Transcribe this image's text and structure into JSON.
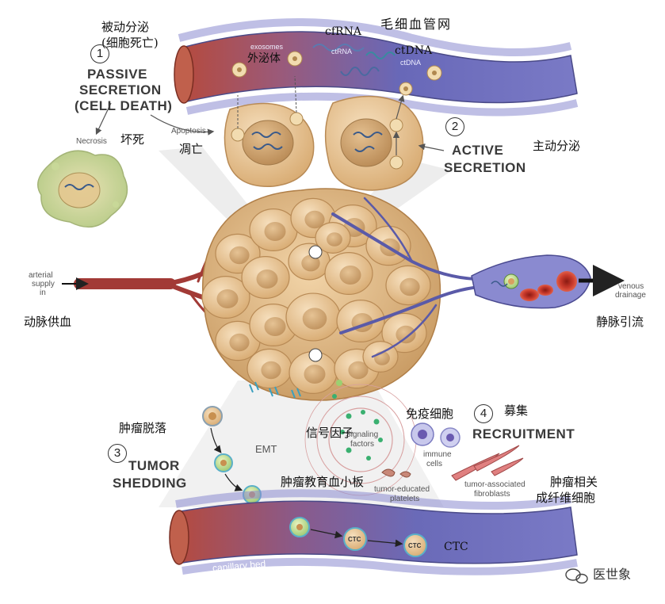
{
  "vessel_labels": {
    "capillary_top": "capillary bed",
    "capillary_bottom": "capillary bed",
    "capillary_network_zh": "毛细血管网",
    "exosomes": "exosomes",
    "exosomes_zh": "外泌体",
    "ctrna": "ctRNA",
    "ctrna_zh": "cfRNA",
    "ctdna": "ctDNA",
    "ctdna_zh": "ctDNA"
  },
  "passive": {
    "number": "1",
    "title_line1": "PASSIVE",
    "title_line2": "SECRETION",
    "title_line3": "(CELL DEATH)",
    "zh_line1": "被动分泌",
    "zh_line2": "(细胞死亡)",
    "necrosis": "Necrosis",
    "necrosis_zh": "坏死",
    "apoptosis": "Apoptosis",
    "apoptosis_zh": "凋亡"
  },
  "active": {
    "number": "2",
    "title_line1": "ACTIVE",
    "title_line2": "SECRETION",
    "zh": "主动分泌"
  },
  "supply": {
    "arterial_line1": "arterial",
    "arterial_line2": "supply",
    "arterial_line3": "in",
    "arterial_zh": "动脉供血",
    "venous_line1": "venous",
    "venous_line2": "drainage",
    "venous_zh": "静脉引流"
  },
  "shedding": {
    "number": "3",
    "title_line1": "TUMOR",
    "title_line2": "SHEDDING",
    "zh": "肿瘤脱落",
    "emt": "EMT",
    "ctc_label": "CTC",
    "ctc_tag": "CTC"
  },
  "recruitment": {
    "number": "4",
    "title": "RECRUITMENT",
    "zh": "募集",
    "signaling_line1": "Signaling",
    "signaling_line2": "factors",
    "signaling_zh": "信号因子",
    "immune_line1": "immune",
    "immune_line2": "cells",
    "immune_zh": "免疫细胞",
    "platelets_line1": "tumor-educated",
    "platelets_line2": "platelets",
    "platelets_zh": "肿瘤教育血小板",
    "fibro_line1": "tumor-associated",
    "fibro_line2": "fibroblasts",
    "fibro_zh_line1": "肿瘤相关",
    "fibro_zh_line2": "成纤维细胞"
  },
  "watermark": {
    "text": "医世象"
  },
  "colors": {
    "vessel_red": "#a23a36",
    "vessel_blue": "#6a6ab8",
    "cell_fill": "#e8c79a",
    "cell_stroke": "#b88a55",
    "nucleus": "#c8a070",
    "dna": "#3a5a8a",
    "rbc": "#c0392b"
  }
}
